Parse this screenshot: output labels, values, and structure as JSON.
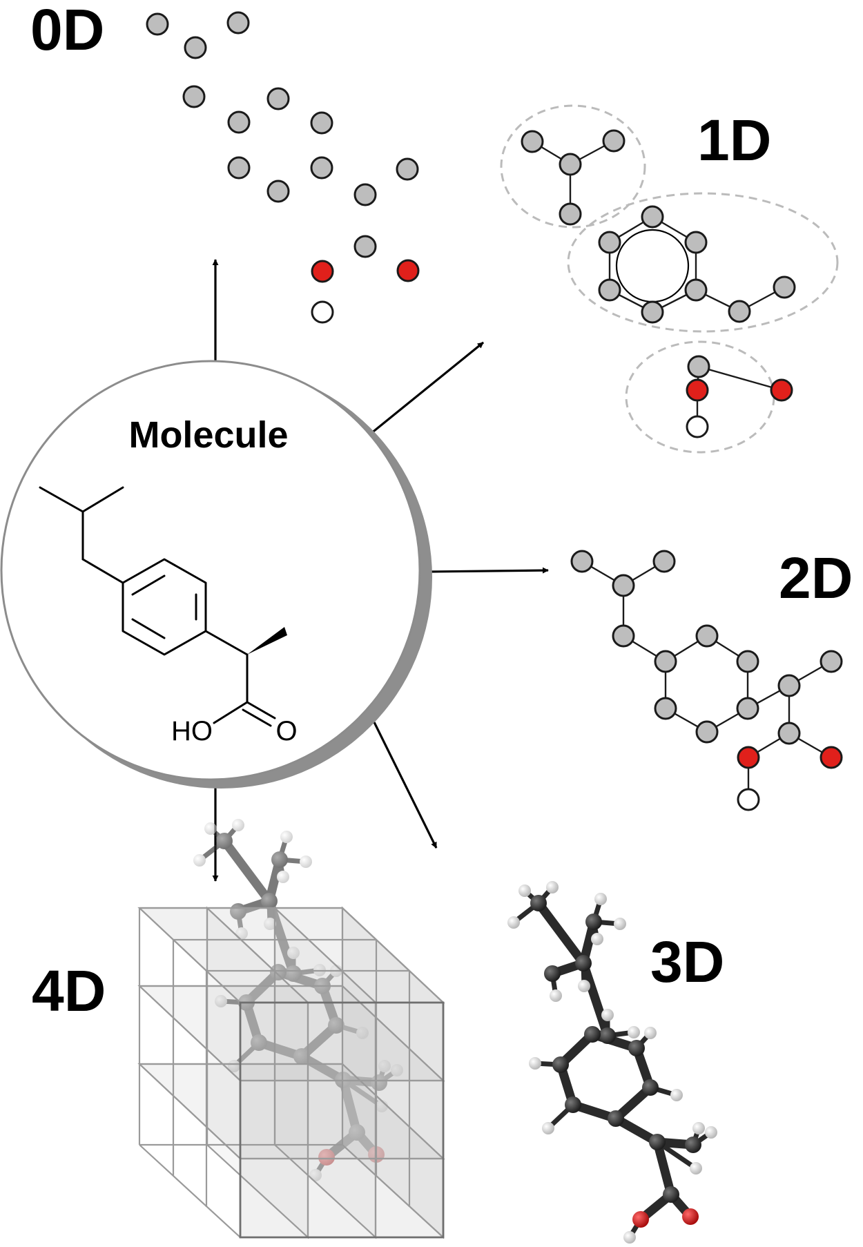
{
  "diagram": {
    "center": {
      "title": "Molecule",
      "hydroxyl_label": "HO",
      "carbonyl_label": "O"
    },
    "labels": {
      "d0": "0D",
      "d1": "1D",
      "d2": "2D",
      "d3": "3D",
      "d4": "4D"
    },
    "colors": {
      "carbon_atom": "#bdbdbd",
      "oxygen_atom": "#e0201b",
      "hydrogen_atom": "#ffffff",
      "atom_outline": "#1a1a1a",
      "fragment_outline": "#bbbbbb",
      "circle_outline": "#8c8c8c",
      "model_carbon": "#2e2e2e",
      "model_hydrogen": "#eeeeee",
      "model_oxygen": "#d11b1b"
    },
    "icons": [
      "arrow-icon",
      "atom-icon",
      "ball-and-stick-model-icon",
      "grid-cube-icon"
    ]
  }
}
